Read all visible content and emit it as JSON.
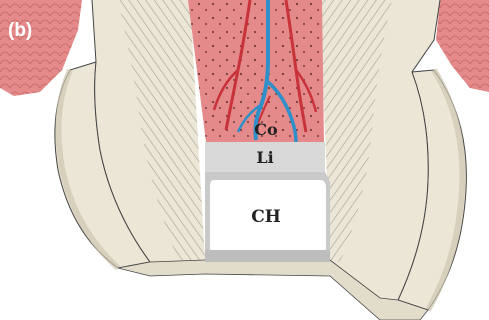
{
  "panel": {
    "letter": "(b)"
  },
  "labels": {
    "corium": "Co",
    "lamina": "Li",
    "cartilage": "CH"
  },
  "colors": {
    "background": "#ffffff",
    "skin": "#e58a8a",
    "skin_light": "#f3b7b2",
    "vessel_red": "#c8323a",
    "vessel_blue": "#2f8fc9",
    "tissue": "#ece6d6",
    "tissue_shade": "#cfc6b0",
    "outline": "#444444",
    "lamina_band": "#d9d9d9",
    "cartilage_block": "#ffffff",
    "panel_letter": "#ffffff"
  }
}
